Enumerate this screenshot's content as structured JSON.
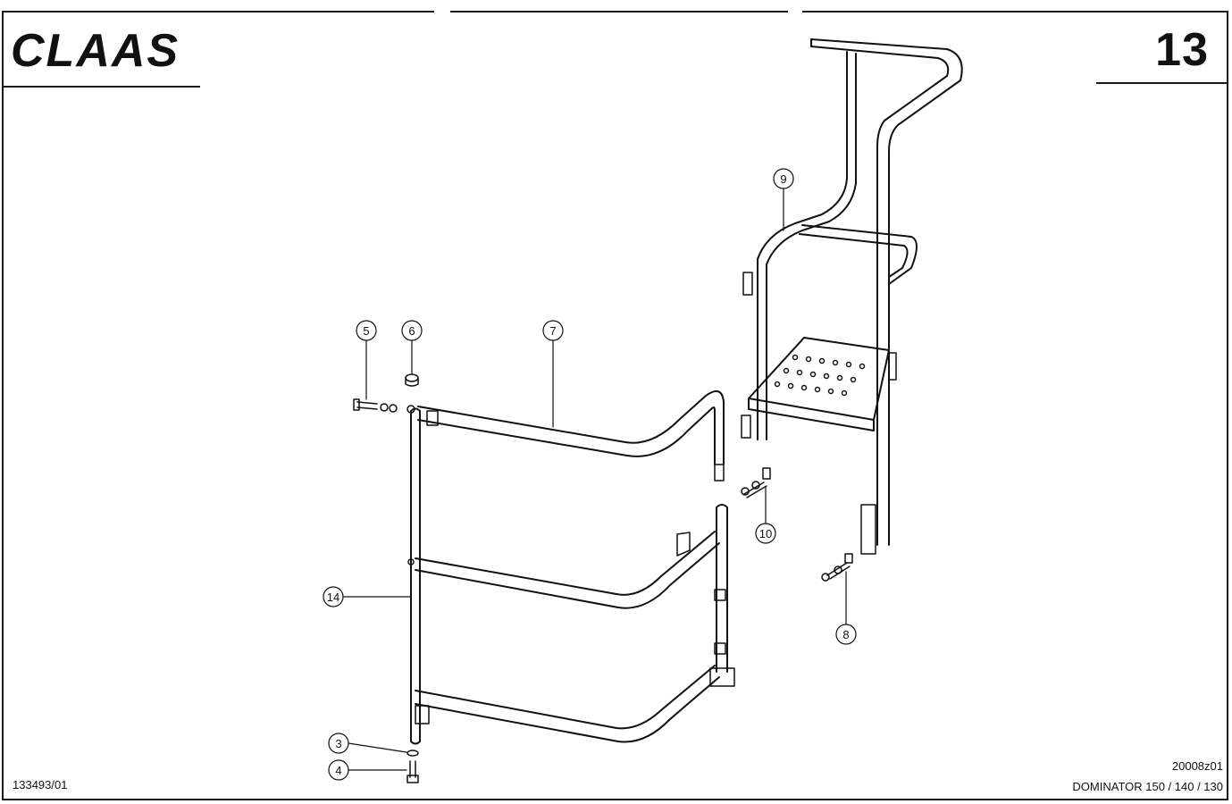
{
  "header": {
    "brand": "CLAAS",
    "page_number": "13"
  },
  "footer": {
    "document_number": "133493/01",
    "drawing_code": "20008z01",
    "model": "DOMINATOR 150 / 140 / 130"
  },
  "callouts": [
    "3",
    "4",
    "5",
    "6",
    "7",
    "8",
    "9",
    "10",
    "14"
  ]
}
